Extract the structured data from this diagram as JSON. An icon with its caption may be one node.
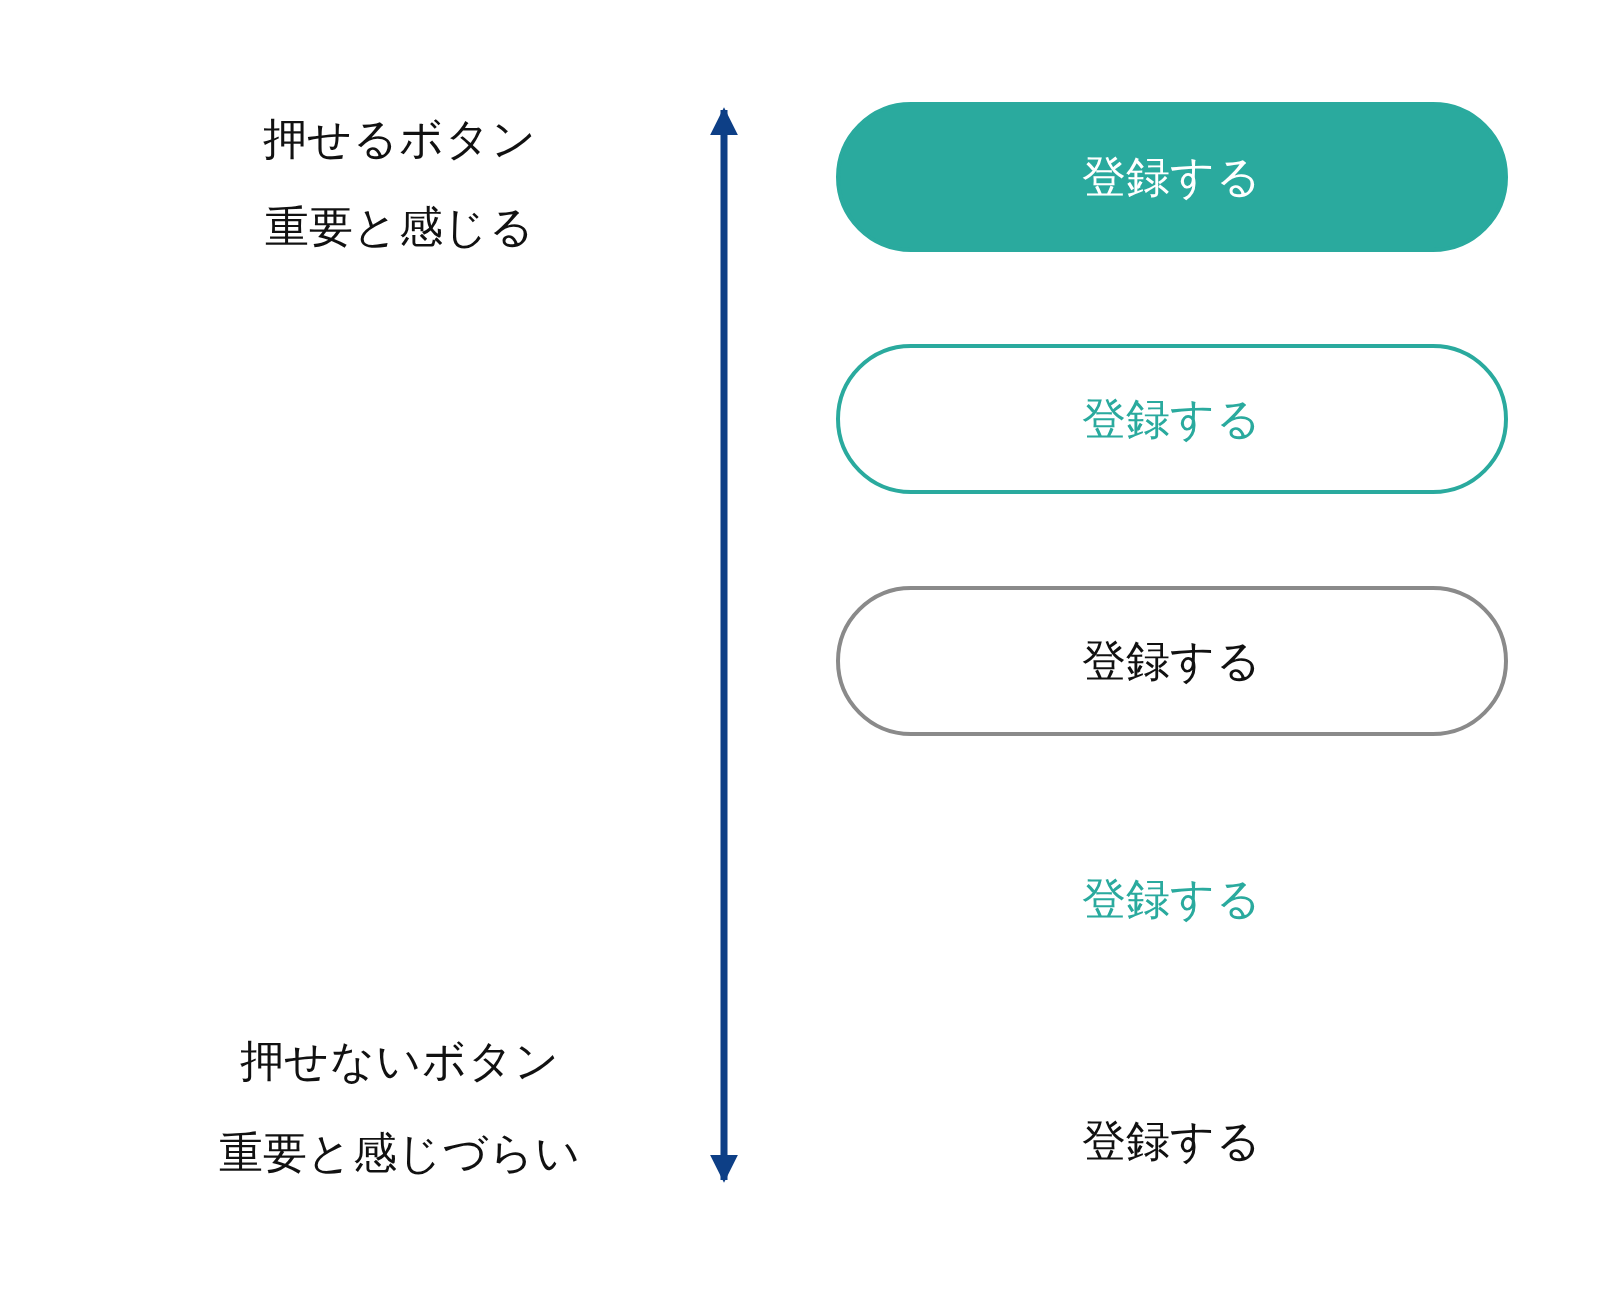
{
  "diagram": {
    "nodes": [
      {
        "text": [
          "登録する"
        ]
      },
      {
        "text": [
          "登録する"
        ]
      },
      {
        "text": [
          "登録する"
        ]
      }
    ],
    "edges": [],
    "labels": [
      "押せるボタン",
      "重要と感じる",
      "登録する",
      "押せないボタン",
      "重要と感じづらい",
      "登録する"
    ]
  }
}
